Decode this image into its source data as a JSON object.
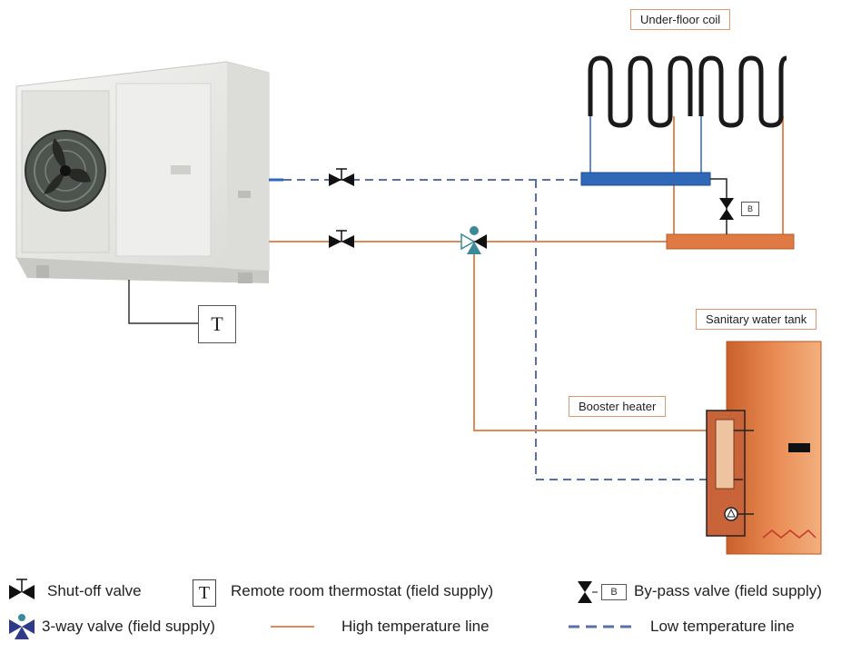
{
  "labels": {
    "underfloor": "Under-floor coil",
    "tank": "Sanitary water tank",
    "booster": "Booster heater",
    "thermostat_symbol": "T",
    "bypass_symbol": "B"
  },
  "legend": {
    "shutoff": "Shut-off valve",
    "thermostat": "Remote room thermostat (field supply)",
    "bypass": "By-pass valve (field supply)",
    "threeway": "3-way valve (field supply)",
    "high": "High temperature line",
    "low": "Low temperature line"
  },
  "colors": {
    "high_line": "#e0895a",
    "low_line": "#5b6fa8",
    "blue_manifold": "#3068b8",
    "orange_manifold": "#e07a45",
    "tank": "#d9703a",
    "coil": "#1a1a1a"
  }
}
